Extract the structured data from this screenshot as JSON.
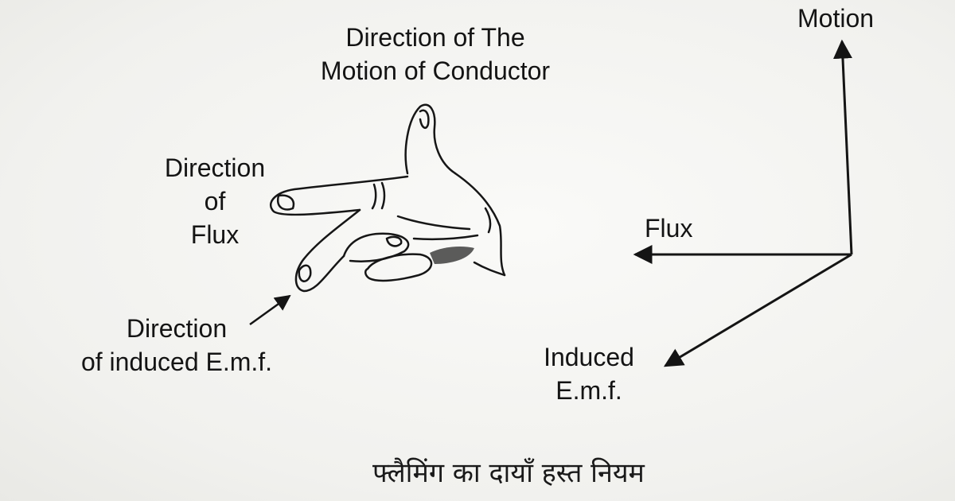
{
  "hand_labels": {
    "motion_direction": [
      "Direction of The",
      "Motion of Conductor"
    ],
    "flux_direction": [
      "Direction",
      "of",
      "Flux"
    ],
    "emf_direction": [
      "Direction",
      "of induced E.m.f."
    ]
  },
  "axes_labels": {
    "motion": "Motion",
    "flux": "Flux",
    "induced_emf": [
      "Induced",
      "E.m.f."
    ]
  },
  "caption": "फ्लैमिंग का दायाँ हस्त नियम",
  "colors": {
    "ink": "#141414",
    "paper": "#f4f4f2"
  }
}
